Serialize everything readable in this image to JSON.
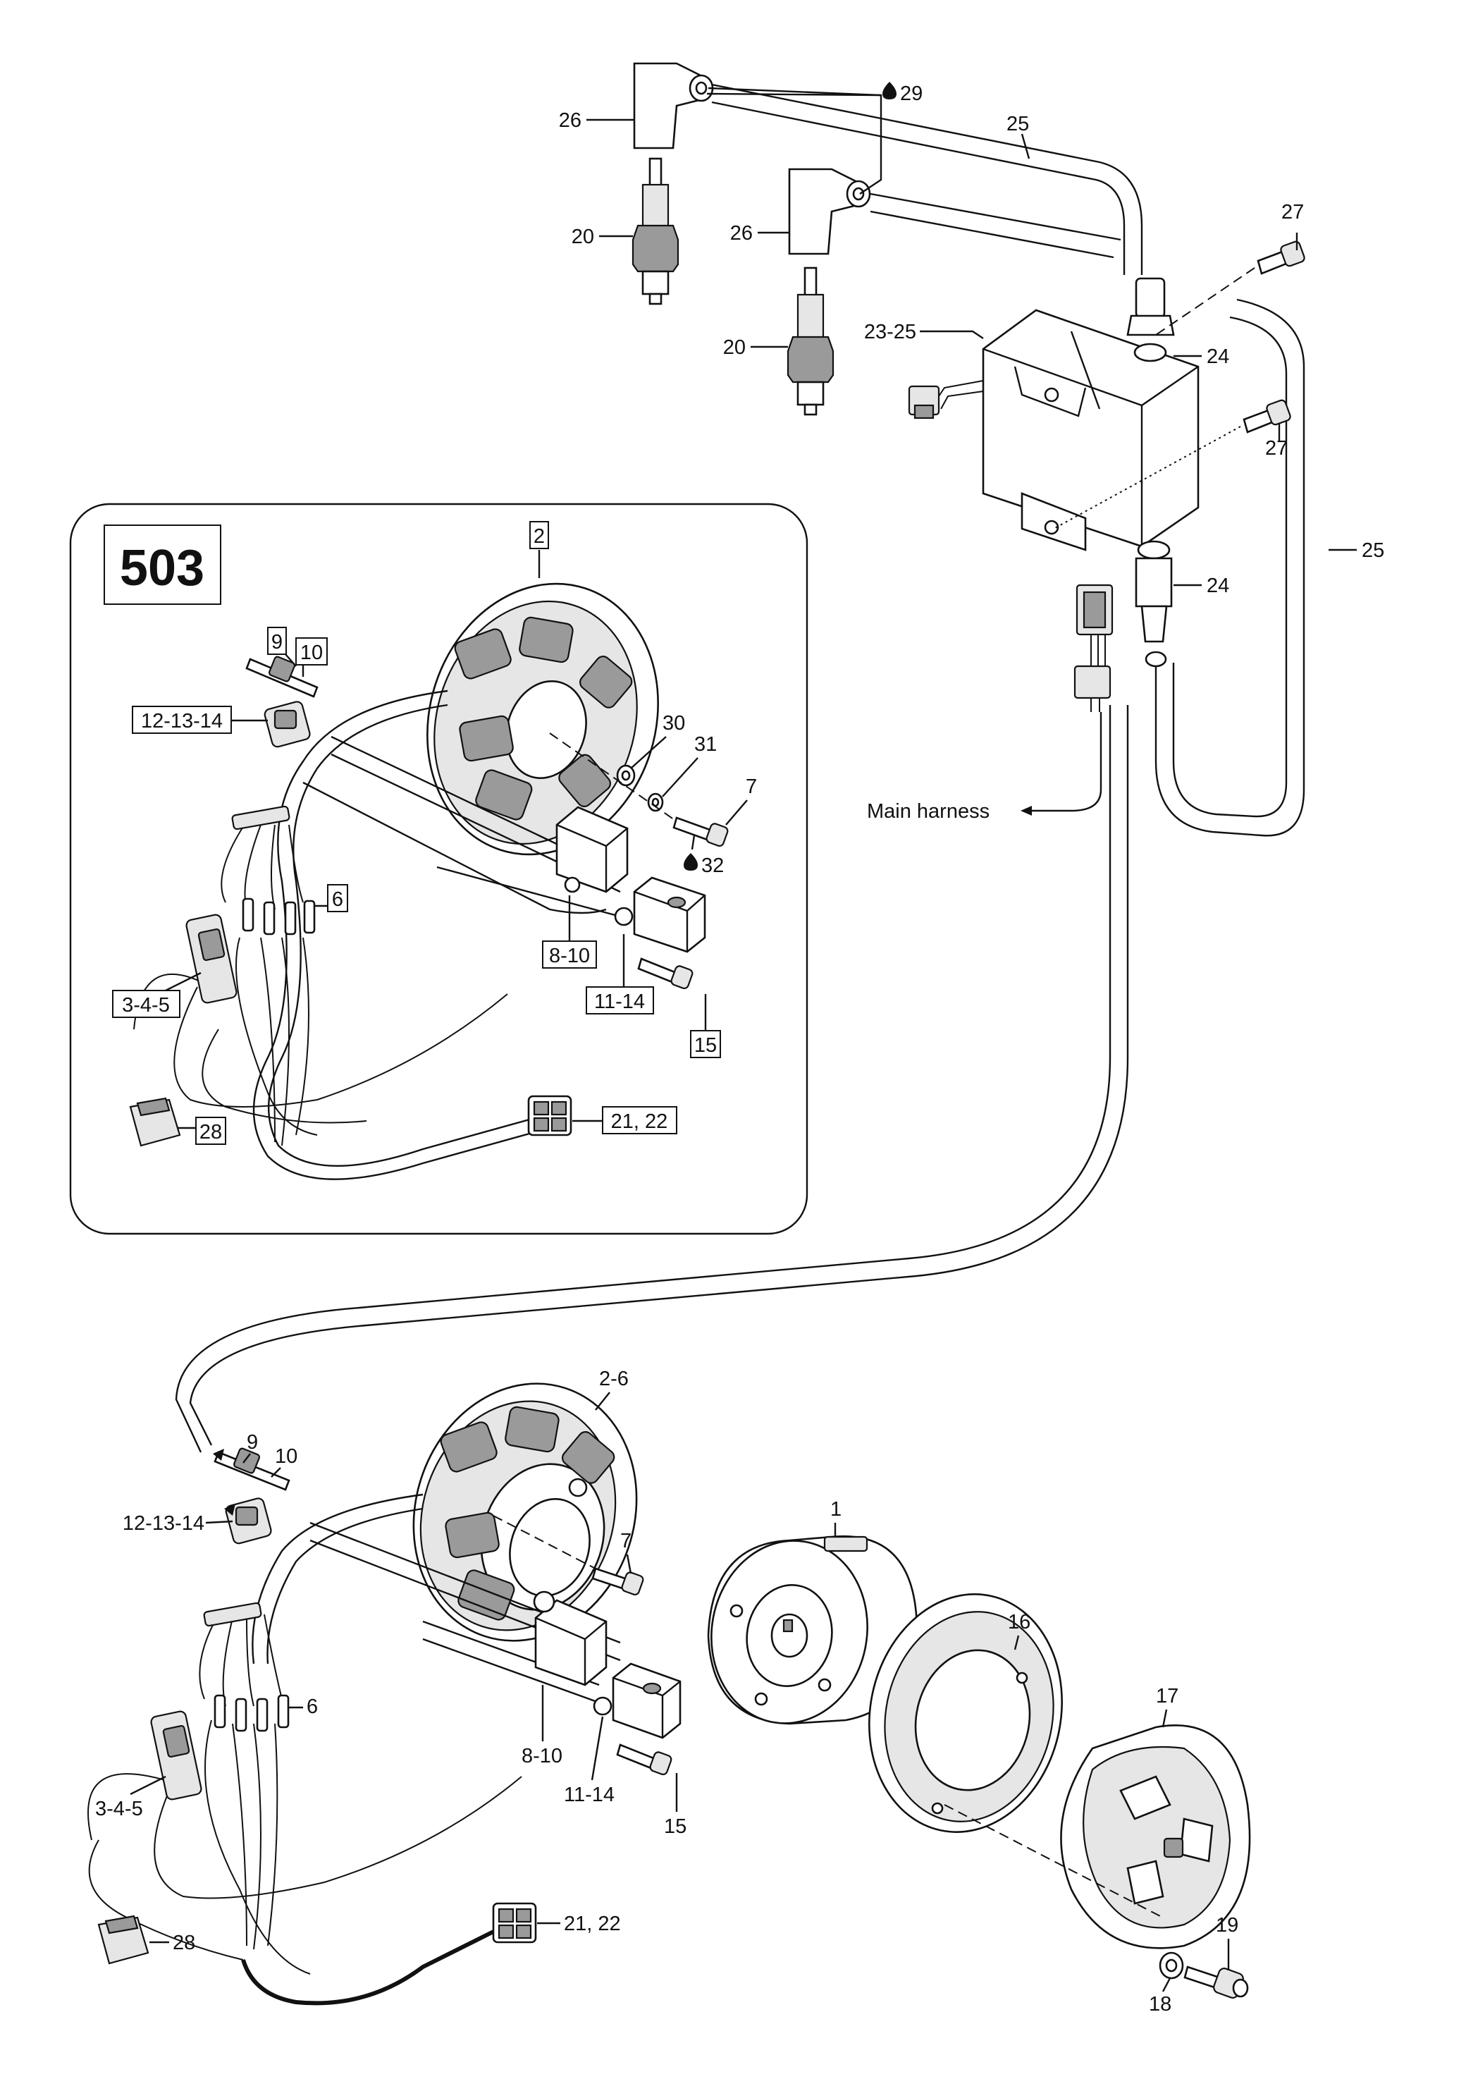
{
  "inset": {
    "badge": "503"
  },
  "callouts": {
    "c26a": "26",
    "c26b": "26",
    "c20a": "20",
    "c20b": "20",
    "c29": "29",
    "c25a": "25",
    "c25b": "25",
    "c27a": "27",
    "c27b": "27",
    "c2325": "23-25",
    "c24a": "24",
    "c24b": "24",
    "main_harness": "Main harness",
    "i2": "2",
    "i9": "9",
    "i10": "10",
    "i121314": "12-13-14",
    "i30": "30",
    "i31": "31",
    "i7": "7",
    "i32": "32",
    "i6": "6",
    "i810": "8-10",
    "i345": "3-4-5",
    "i1114": "11-14",
    "i15": "15",
    "i28": "28",
    "i2122": "21, 22",
    "m26": "2-6",
    "m9": "9",
    "m10": "10",
    "m121314": "12-13-14",
    "m7": "7",
    "m1": "1",
    "m16": "16",
    "m17": "17",
    "m6": "6",
    "m810": "8-10",
    "m1114": "11-14",
    "m345": "3-4-5",
    "m15": "15",
    "m19": "19",
    "m18": "18",
    "m28": "28",
    "m2122": "21, 22"
  },
  "icons": {
    "sealant": "drop-icon"
  }
}
